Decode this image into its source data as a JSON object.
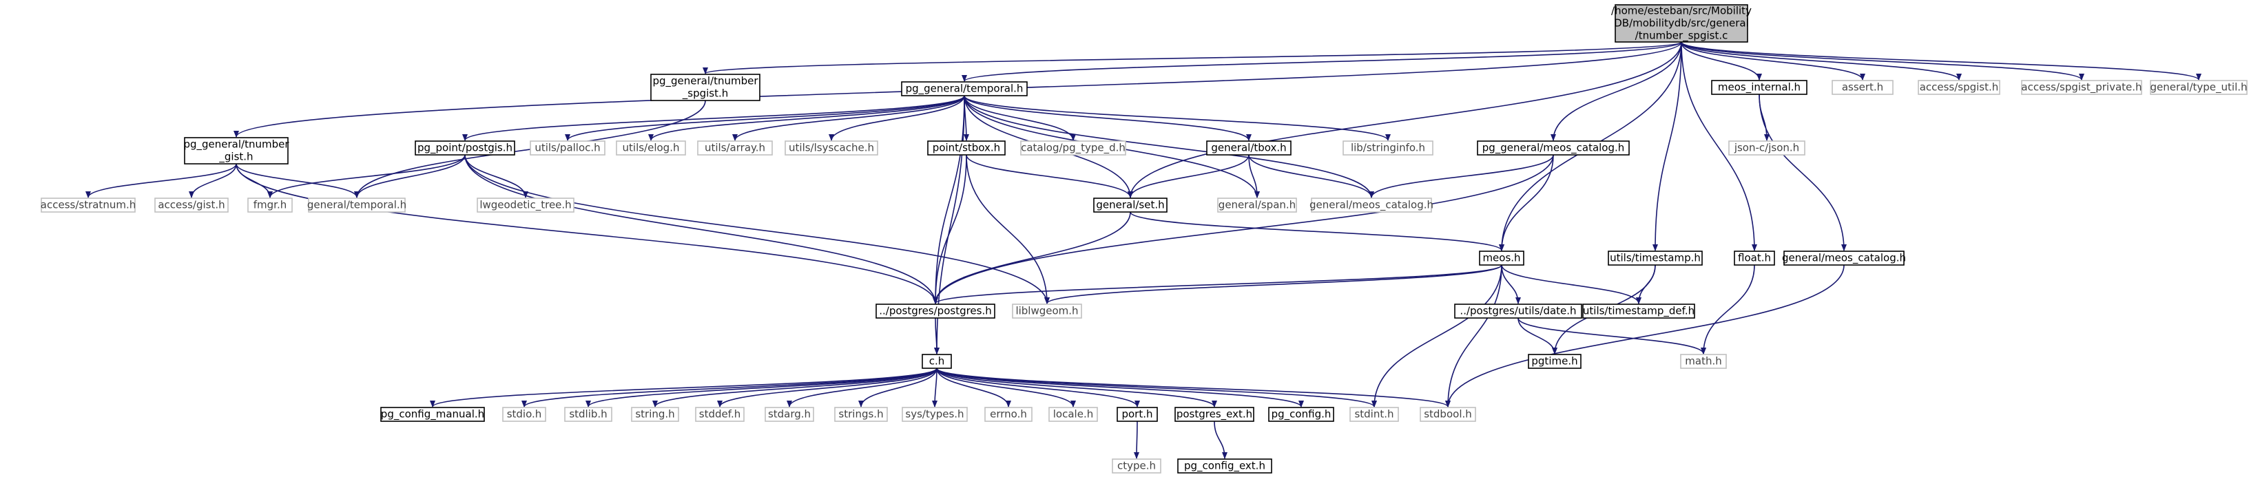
{
  "root_file": "/home/esteban/src/MobilityDB/mobilitydb/src/general/tnumber_spgist.c",
  "nodes": [
    {
      "id": "root",
      "lines": [
        "/home/esteban/src/Mobility",
        "DB/mobilitydb/src/general",
        "/tnumber_spgist.c"
      ],
      "kind": "root"
    },
    {
      "id": "pg_general_tnumber_spgist_h",
      "lines": [
        "pg_general/tnumber",
        "_spgist.h"
      ],
      "kind": "doc"
    },
    {
      "id": "pg_general_temporal_h",
      "lines": [
        "pg_general/temporal.h"
      ],
      "kind": "doc"
    },
    {
      "id": "pg_general_tnumber_gist_h",
      "lines": [
        "pg_general/tnumber",
        "_gist.h"
      ],
      "kind": "doc"
    },
    {
      "id": "pg_general_meos_catalog_h",
      "lines": [
        "pg_general/meos_catalog.h"
      ],
      "kind": "doc"
    },
    {
      "id": "meos_internal_h",
      "lines": [
        "meos_internal.h"
      ],
      "kind": "doc"
    },
    {
      "id": "assert_h",
      "lines": [
        "assert.h"
      ],
      "kind": "ext"
    },
    {
      "id": "access_spgist_h",
      "lines": [
        "access/spgist.h"
      ],
      "kind": "ext"
    },
    {
      "id": "access_spgist_private_h",
      "lines": [
        "access/spgist_private.h"
      ],
      "kind": "ext"
    },
    {
      "id": "general_type_util_h",
      "lines": [
        "general/type_util.h"
      ],
      "kind": "ext"
    },
    {
      "id": "pg_point_postgis_h",
      "lines": [
        "pg_point/postgis.h"
      ],
      "kind": "doc"
    },
    {
      "id": "utils_palloc_h",
      "lines": [
        "utils/palloc.h"
      ],
      "kind": "ext"
    },
    {
      "id": "utils_elog_h",
      "lines": [
        "utils/elog.h"
      ],
      "kind": "ext"
    },
    {
      "id": "utils_array_h",
      "lines": [
        "utils/array.h"
      ],
      "kind": "ext"
    },
    {
      "id": "utils_lsyscache_h",
      "lines": [
        "utils/lsyscache.h"
      ],
      "kind": "ext"
    },
    {
      "id": "point_stbox_h",
      "lines": [
        "point/stbox.h"
      ],
      "kind": "doc"
    },
    {
      "id": "catalog_pg_type_d_h",
      "lines": [
        "catalog/pg_type_d.h"
      ],
      "kind": "ext"
    },
    {
      "id": "general_tbox_h",
      "lines": [
        "general/tbox.h"
      ],
      "kind": "doc"
    },
    {
      "id": "lib_stringinfo_h",
      "lines": [
        "lib/stringinfo.h"
      ],
      "kind": "ext"
    },
    {
      "id": "json_c_json_h",
      "lines": [
        "json-c/json.h"
      ],
      "kind": "ext"
    },
    {
      "id": "access_stratnum_h",
      "lines": [
        "access/stratnum.h"
      ],
      "kind": "ext"
    },
    {
      "id": "access_gist_h",
      "lines": [
        "access/gist.h"
      ],
      "kind": "ext"
    },
    {
      "id": "fmgr_h",
      "lines": [
        "fmgr.h"
      ],
      "kind": "ext"
    },
    {
      "id": "general_temporal_h",
      "lines": [
        "general/temporal.h"
      ],
      "kind": "ext"
    },
    {
      "id": "lwgeodetic_tree_h",
      "lines": [
        "lwgeodetic_tree.h"
      ],
      "kind": "ext"
    },
    {
      "id": "general_set_h",
      "lines": [
        "general/set.h"
      ],
      "kind": "doc"
    },
    {
      "id": "general_span_h",
      "lines": [
        "general/span.h"
      ],
      "kind": "ext"
    },
    {
      "id": "general_meos_catalog_h_a",
      "lines": [
        "general/meos_catalog.h"
      ],
      "kind": "ext"
    },
    {
      "id": "meos_h",
      "lines": [
        "meos.h"
      ],
      "kind": "doc"
    },
    {
      "id": "utils_timestamp_h",
      "lines": [
        "utils/timestamp.h"
      ],
      "kind": "doc"
    },
    {
      "id": "float_h",
      "lines": [
        "float.h"
      ],
      "kind": "doc"
    },
    {
      "id": "general_meos_catalog_h_b",
      "lines": [
        "general/meos_catalog.h"
      ],
      "kind": "doc"
    },
    {
      "id": "postgres_postgres_h",
      "lines": [
        "../postgres/postgres.h"
      ],
      "kind": "doc"
    },
    {
      "id": "liblwgeom_h",
      "lines": [
        "liblwgeom.h"
      ],
      "kind": "ext"
    },
    {
      "id": "postgres_utils_date_h",
      "lines": [
        "../postgres/utils/date.h"
      ],
      "kind": "doc"
    },
    {
      "id": "utils_timestamp_def_h",
      "lines": [
        "utils/timestamp_def.h"
      ],
      "kind": "doc"
    },
    {
      "id": "pgtime_h",
      "lines": [
        "pgtime.h"
      ],
      "kind": "doc"
    },
    {
      "id": "math_h",
      "lines": [
        "math.h"
      ],
      "kind": "ext"
    },
    {
      "id": "c_h",
      "lines": [
        "c.h"
      ],
      "kind": "doc"
    },
    {
      "id": "pg_config_manual_h",
      "lines": [
        "pg_config_manual.h"
      ],
      "kind": "doc"
    },
    {
      "id": "stdio_h",
      "lines": [
        "stdio.h"
      ],
      "kind": "ext"
    },
    {
      "id": "stdlib_h",
      "lines": [
        "stdlib.h"
      ],
      "kind": "ext"
    },
    {
      "id": "string_h",
      "lines": [
        "string.h"
      ],
      "kind": "ext"
    },
    {
      "id": "stddef_h",
      "lines": [
        "stddef.h"
      ],
      "kind": "ext"
    },
    {
      "id": "stdarg_h",
      "lines": [
        "stdarg.h"
      ],
      "kind": "ext"
    },
    {
      "id": "strings_h",
      "lines": [
        "strings.h"
      ],
      "kind": "ext"
    },
    {
      "id": "sys_types_h",
      "lines": [
        "sys/types.h"
      ],
      "kind": "ext"
    },
    {
      "id": "errno_h",
      "lines": [
        "errno.h"
      ],
      "kind": "ext"
    },
    {
      "id": "locale_h",
      "lines": [
        "locale.h"
      ],
      "kind": "ext"
    },
    {
      "id": "port_h",
      "lines": [
        "port.h"
      ],
      "kind": "doc"
    },
    {
      "id": "postgres_ext_h",
      "lines": [
        "postgres_ext.h"
      ],
      "kind": "doc"
    },
    {
      "id": "pg_config_h",
      "lines": [
        "pg_config.h"
      ],
      "kind": "doc"
    },
    {
      "id": "stdint_h",
      "lines": [
        "stdint.h"
      ],
      "kind": "ext"
    },
    {
      "id": "stdbool_h",
      "lines": [
        "stdbool.h"
      ],
      "kind": "ext"
    },
    {
      "id": "ctype_h",
      "lines": [
        "ctype.h"
      ],
      "kind": "ext"
    },
    {
      "id": "pg_config_ext_h",
      "lines": [
        "pg_config_ext.h"
      ],
      "kind": "doc"
    }
  ],
  "edges": [
    [
      "root",
      "pg_general_tnumber_spgist_h"
    ],
    [
      "root",
      "pg_general_temporal_h"
    ],
    [
      "root",
      "pg_general_tnumber_gist_h"
    ],
    [
      "root",
      "general_set_h"
    ],
    [
      "root",
      "pg_general_meos_catalog_h"
    ],
    [
      "root",
      "meos_h"
    ],
    [
      "root",
      "utils_timestamp_h"
    ],
    [
      "root",
      "float_h"
    ],
    [
      "root",
      "meos_internal_h"
    ],
    [
      "root",
      "assert_h"
    ],
    [
      "root",
      "access_spgist_h"
    ],
    [
      "root",
      "access_spgist_private_h"
    ],
    [
      "root",
      "general_type_util_h"
    ],
    [
      "pg_general_tnumber_spgist_h",
      "general_temporal_h"
    ],
    [
      "pg_general_temporal_h",
      "c_h"
    ],
    [
      "pg_general_temporal_h",
      "pg_point_postgis_h"
    ],
    [
      "pg_general_temporal_h",
      "utils_palloc_h"
    ],
    [
      "pg_general_temporal_h",
      "utils_elog_h"
    ],
    [
      "pg_general_temporal_h",
      "utils_array_h"
    ],
    [
      "pg_general_temporal_h",
      "utils_lsyscache_h"
    ],
    [
      "pg_general_temporal_h",
      "point_stbox_h"
    ],
    [
      "pg_general_temporal_h",
      "catalog_pg_type_d_h"
    ],
    [
      "pg_general_temporal_h",
      "general_tbox_h"
    ],
    [
      "pg_general_temporal_h",
      "lib_stringinfo_h"
    ],
    [
      "pg_general_temporal_h",
      "general_set_h"
    ],
    [
      "pg_general_temporal_h",
      "general_span_h"
    ],
    [
      "pg_general_temporal_h",
      "general_meos_catalog_h_a"
    ],
    [
      "pg_general_temporal_h",
      "postgres_postgres_h"
    ],
    [
      "pg_general_tnumber_gist_h",
      "access_stratnum_h"
    ],
    [
      "pg_general_tnumber_gist_h",
      "access_gist_h"
    ],
    [
      "pg_general_tnumber_gist_h",
      "fmgr_h"
    ],
    [
      "pg_general_tnumber_gist_h",
      "general_temporal_h"
    ],
    [
      "pg_general_tnumber_gist_h",
      "postgres_postgres_h"
    ],
    [
      "pg_point_postgis_h",
      "fmgr_h"
    ],
    [
      "pg_point_postgis_h",
      "general_temporal_h"
    ],
    [
      "pg_point_postgis_h",
      "lwgeodetic_tree_h"
    ],
    [
      "pg_point_postgis_h",
      "postgres_postgres_h"
    ],
    [
      "pg_point_postgis_h",
      "liblwgeom_h"
    ],
    [
      "point_stbox_h",
      "general_set_h"
    ],
    [
      "point_stbox_h",
      "postgres_postgres_h"
    ],
    [
      "point_stbox_h",
      "liblwgeom_h"
    ],
    [
      "general_tbox_h",
      "general_set_h"
    ],
    [
      "general_tbox_h",
      "general_span_h"
    ],
    [
      "general_tbox_h",
      "general_meos_catalog_h_a"
    ],
    [
      "general_set_h",
      "postgres_postgres_h"
    ],
    [
      "general_set_h",
      "meos_h"
    ],
    [
      "pg_general_meos_catalog_h",
      "general_meos_catalog_h_a"
    ],
    [
      "pg_general_meos_catalog_h",
      "meos_h"
    ],
    [
      "pg_general_meos_catalog_h",
      "postgres_postgres_h"
    ],
    [
      "meos_internal_h",
      "json_c_json_h"
    ],
    [
      "meos_internal_h",
      "general_meos_catalog_h_b"
    ],
    [
      "meos_h",
      "postgres_postgres_h"
    ],
    [
      "meos_h",
      "liblwgeom_h"
    ],
    [
      "meos_h",
      "postgres_utils_date_h"
    ],
    [
      "meos_h",
      "utils_timestamp_def_h"
    ],
    [
      "meos_h",
      "stdint_h"
    ],
    [
      "meos_h",
      "stdbool_h"
    ],
    [
      "utils_timestamp_h",
      "utils_timestamp_def_h"
    ],
    [
      "utils_timestamp_h",
      "pgtime_h"
    ],
    [
      "float_h",
      "math_h"
    ],
    [
      "general_meos_catalog_h_b",
      "stdbool_h"
    ],
    [
      "postgres_utils_date_h",
      "pgtime_h"
    ],
    [
      "postgres_utils_date_h",
      "math_h"
    ],
    [
      "postgres_postgres_h",
      "c_h"
    ],
    [
      "c_h",
      "pg_config_manual_h"
    ],
    [
      "c_h",
      "stdio_h"
    ],
    [
      "c_h",
      "stdlib_h"
    ],
    [
      "c_h",
      "string_h"
    ],
    [
      "c_h",
      "stddef_h"
    ],
    [
      "c_h",
      "stdarg_h"
    ],
    [
      "c_h",
      "strings_h"
    ],
    [
      "c_h",
      "sys_types_h"
    ],
    [
      "c_h",
      "errno_h"
    ],
    [
      "c_h",
      "locale_h"
    ],
    [
      "c_h",
      "port_h"
    ],
    [
      "c_h",
      "postgres_ext_h"
    ],
    [
      "c_h",
      "pg_config_h"
    ],
    [
      "c_h",
      "stdint_h"
    ],
    [
      "c_h",
      "stdbool_h"
    ],
    [
      "port_h",
      "ctype_h"
    ],
    [
      "postgres_ext_h",
      "pg_config_ext_h"
    ]
  ],
  "colors": {
    "edge": "#191970",
    "documented_border": "#000000",
    "external_border": "#bfbfbf",
    "root_fill": "#bfbfbf",
    "text": "#000000",
    "external_text": "#444444"
  }
}
